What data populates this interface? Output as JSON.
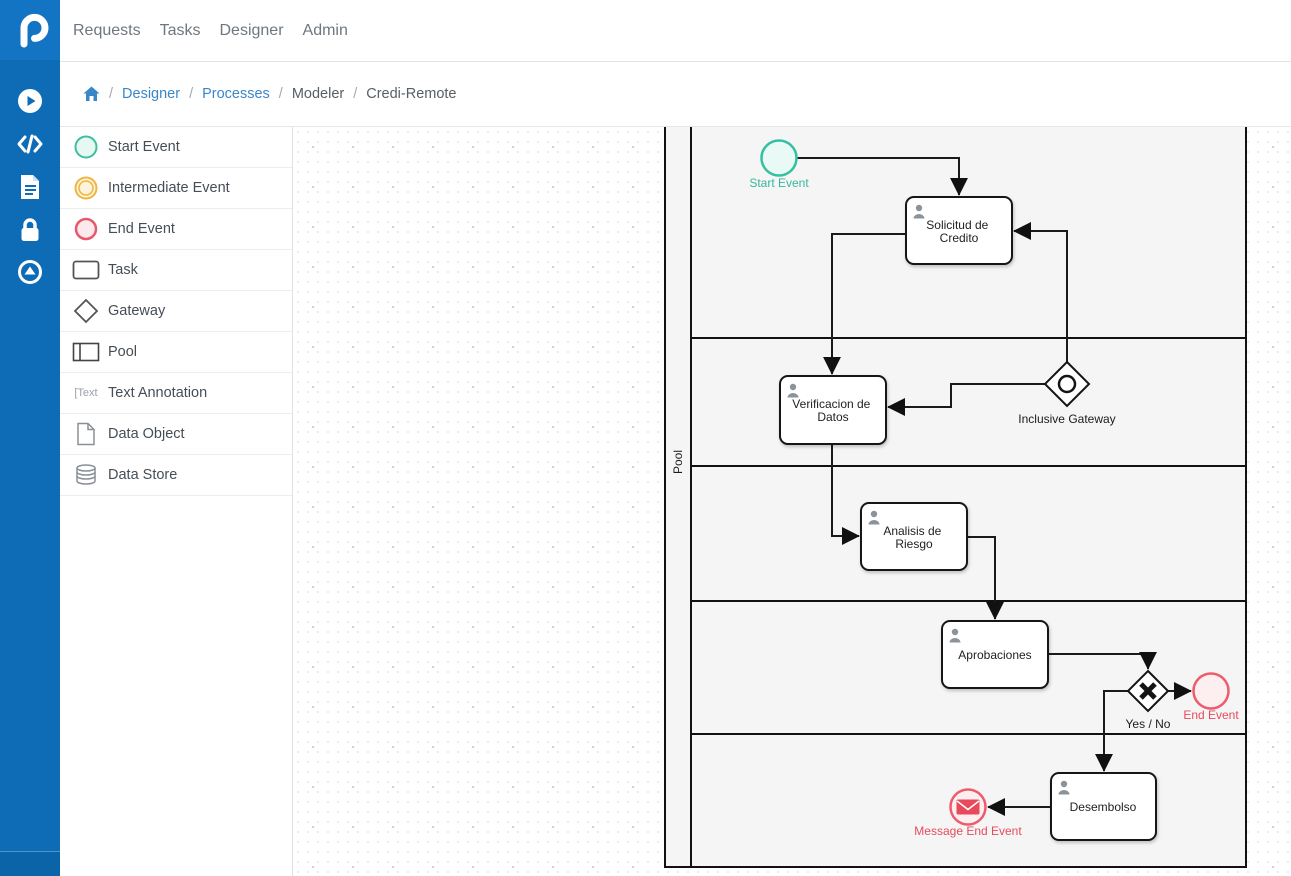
{
  "topnav": {
    "items": [
      "Requests",
      "Tasks",
      "Designer",
      "Admin"
    ]
  },
  "breadcrumb": {
    "sep": "/",
    "designer": "Designer",
    "processes": "Processes",
    "modeler": "Modeler",
    "current": "Credi-Remote"
  },
  "palette": {
    "items": [
      {
        "label": "Start Event"
      },
      {
        "label": "Intermediate Event"
      },
      {
        "label": "End Event"
      },
      {
        "label": "Task"
      },
      {
        "label": "Gateway"
      },
      {
        "label": "Pool"
      },
      {
        "label": "Text Annotation",
        "icon_text": "[Text"
      },
      {
        "label": "Data Object"
      },
      {
        "label": "Data Store"
      }
    ]
  },
  "diagram": {
    "pool_label": "Pool",
    "nodes": {
      "start_event": {
        "label": "Start Event"
      },
      "solicitud": {
        "line1": "Solicitud de",
        "line2": "Credito"
      },
      "inclusive_gateway": {
        "label": "Inclusive Gateway"
      },
      "verificacion": {
        "line1": "Verificacion de",
        "line2": "Datos"
      },
      "analisis": {
        "line1": "Analisis de",
        "line2": "Riesgo"
      },
      "aprobaciones": {
        "label": "Aprobaciones"
      },
      "yes_no_gateway": {
        "label": "Yes / No"
      },
      "end_event": {
        "label": "End Event"
      },
      "desembolso": {
        "label": "Desembolso"
      },
      "message_end_event": {
        "label": "Message End Event"
      }
    }
  },
  "colors": {
    "rail_blue": "#0e6cb6",
    "link_blue": "#3a87c8",
    "start_teal": "#35c0a2",
    "intermediate_orange": "#f0b541",
    "end_red": "#ec5c6c",
    "pool_fill": "#f5f5f5"
  }
}
